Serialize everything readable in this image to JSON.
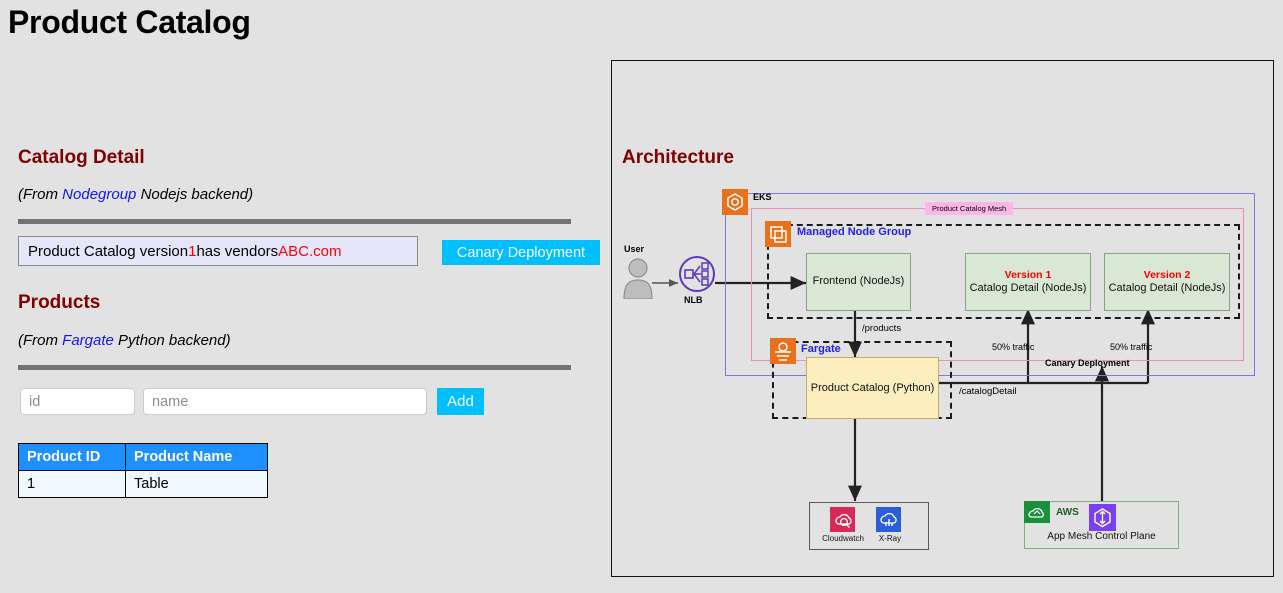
{
  "page": {
    "title": "Product Catalog",
    "background_color": "#e2e2e2"
  },
  "catalog_detail": {
    "heading": "Catalog Detail",
    "subtitle_prefix": "(From ",
    "subtitle_link": "Nodegroup",
    "subtitle_suffix": " Nodejs backend)",
    "result_prefix": "Product Catalog version ",
    "result_version": "1",
    "result_middle": " has vendors ",
    "result_vendors": "ABC.com",
    "canary_button_label": "Canary Deployment",
    "accent_color": "#800000",
    "link_color": "#1414ff",
    "highlight_color": "#ff0000",
    "button_color": "#00bfff"
  },
  "products": {
    "heading": "Products",
    "subtitle_prefix": "(From ",
    "subtitle_link": "Fargate",
    "subtitle_suffix": " Python backend)",
    "form": {
      "id_placeholder": "id",
      "id_value": "",
      "name_placeholder": "name",
      "name_value": "",
      "add_label": "Add"
    },
    "table": {
      "columns": [
        "Product ID",
        "Product Name"
      ],
      "rows": [
        [
          "1",
          "Table"
        ]
      ],
      "header_color": "#1e90ff",
      "row_color": "#f0f8ff"
    }
  },
  "architecture": {
    "heading": "Architecture",
    "nodes": {
      "user": "User",
      "nlb": "NLB",
      "eks": "EKS",
      "mesh": "Product Catalog Mesh",
      "managed_node_group": "Managed Node Group",
      "frontend": "Frontend (NodeJs)",
      "version1_title": "Version 1",
      "version1_sub": "Catalog Detail (NodeJs)",
      "version2_title": "Version 2",
      "version2_sub": "Catalog Detail (NodeJs)",
      "fargate": "Fargate",
      "product_catalog_python": "Product Catalog (Python)",
      "cloudwatch": "Cloudwatch",
      "xray": "X-Ray",
      "aws": "AWS",
      "app_mesh_control_plane": "App Mesh Control Plane"
    },
    "edges": {
      "products_path": "/products",
      "catalog_detail_path": "/catalogDetail",
      "traffic_left": "50% traffic",
      "traffic_right": "50% traffic",
      "canary_deployment": "Canary Deployment"
    },
    "colors": {
      "eks_border": "#7b7bdd",
      "mesh_border": "#f090b0",
      "mesh_tag_bg": "#ffb6e8",
      "service_box": "#d9e8d4",
      "python_box": "#fdeebd",
      "version_text": "#ff0000",
      "blue_label": "#2222ee",
      "aws_orange": "#e8711a",
      "nlb_purple": "#5b37c4",
      "cloudwatch": "#d82a59",
      "xray": "#2b5fd9",
      "appmesh": "#7b3ff2",
      "aws_green": "#1a8f3c"
    }
  }
}
